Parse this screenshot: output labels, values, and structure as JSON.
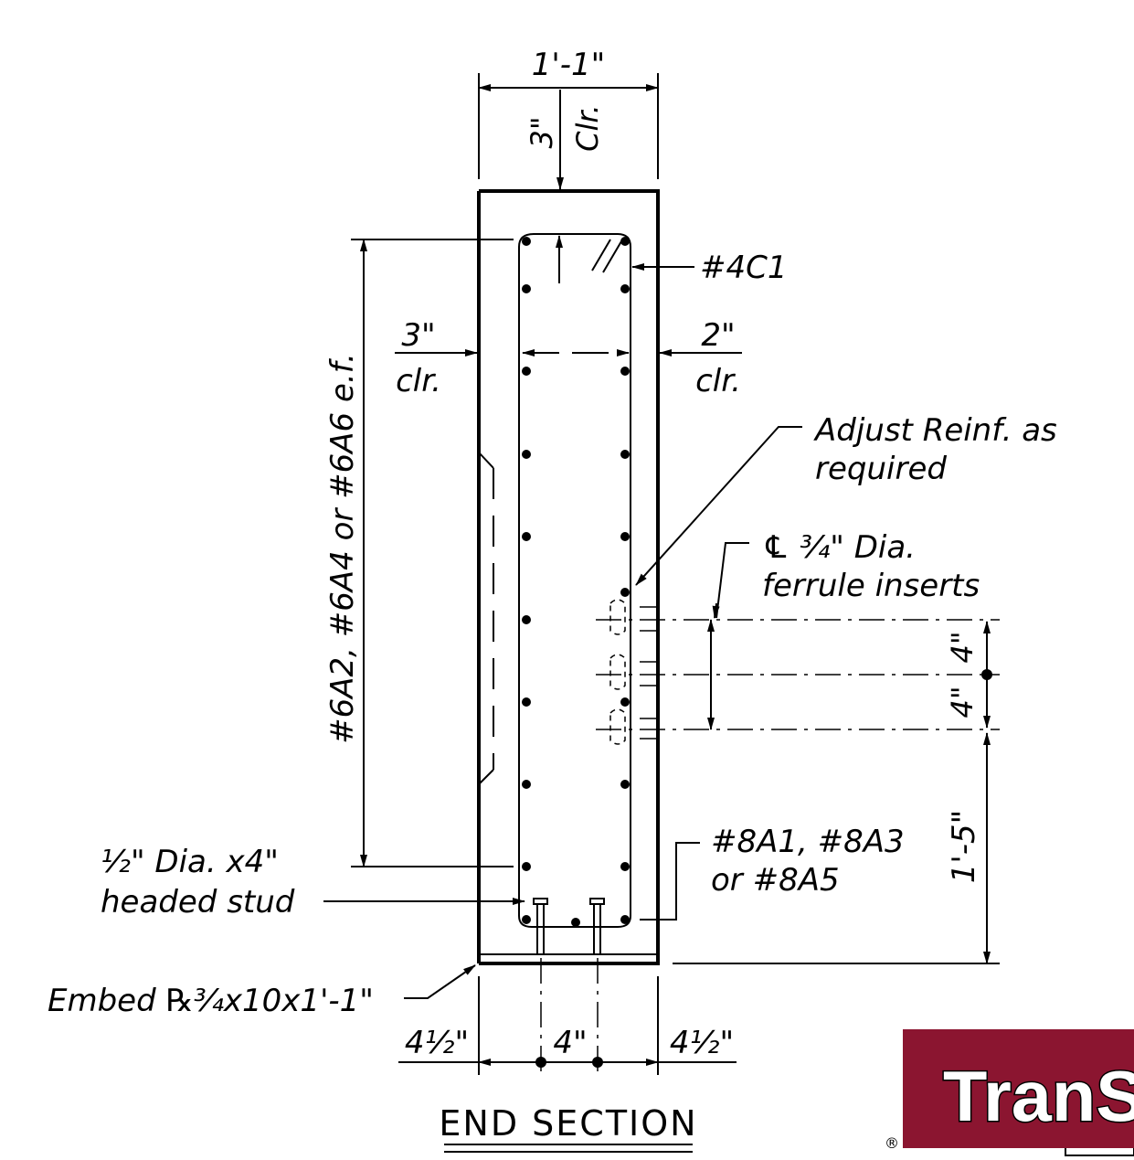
{
  "title": "END SECTION",
  "dims": {
    "width_top": "1'-1\"",
    "top_cover_num": "3\"",
    "top_cover_den": "Clr.",
    "left_cover_num": "3\"",
    "left_cover_den": "clr.",
    "right_cover_num": "2\"",
    "right_cover_den": "clr.",
    "insert_spacing_1": "4\"",
    "insert_spacing_2": "4\"",
    "insert_height": "1'-5\"",
    "bottom_left": "4½\"",
    "bottom_mid": "4\"",
    "bottom_right": "4½\""
  },
  "labels": {
    "stirrup": "#4C1",
    "side_bars": "#6A2, #6A4 or #6A6 e.f.",
    "adjust_line1": "Adjust Reinf. as",
    "adjust_line2": "required",
    "ferrule_line1": "℄ ¾\" Dia.",
    "ferrule_line2": "ferrule inserts",
    "bottom_bars_line1": "#8A1, #8A3",
    "bottom_bars_line2": "or #8A5",
    "stud_line1": "½\" Dia. x4\"",
    "stud_line2": "headed stud",
    "embed": "Embed ℞¾x10x1'-1\""
  },
  "logo": {
    "text": "TranS",
    "registered": "®",
    "color": "#8b1530"
  }
}
